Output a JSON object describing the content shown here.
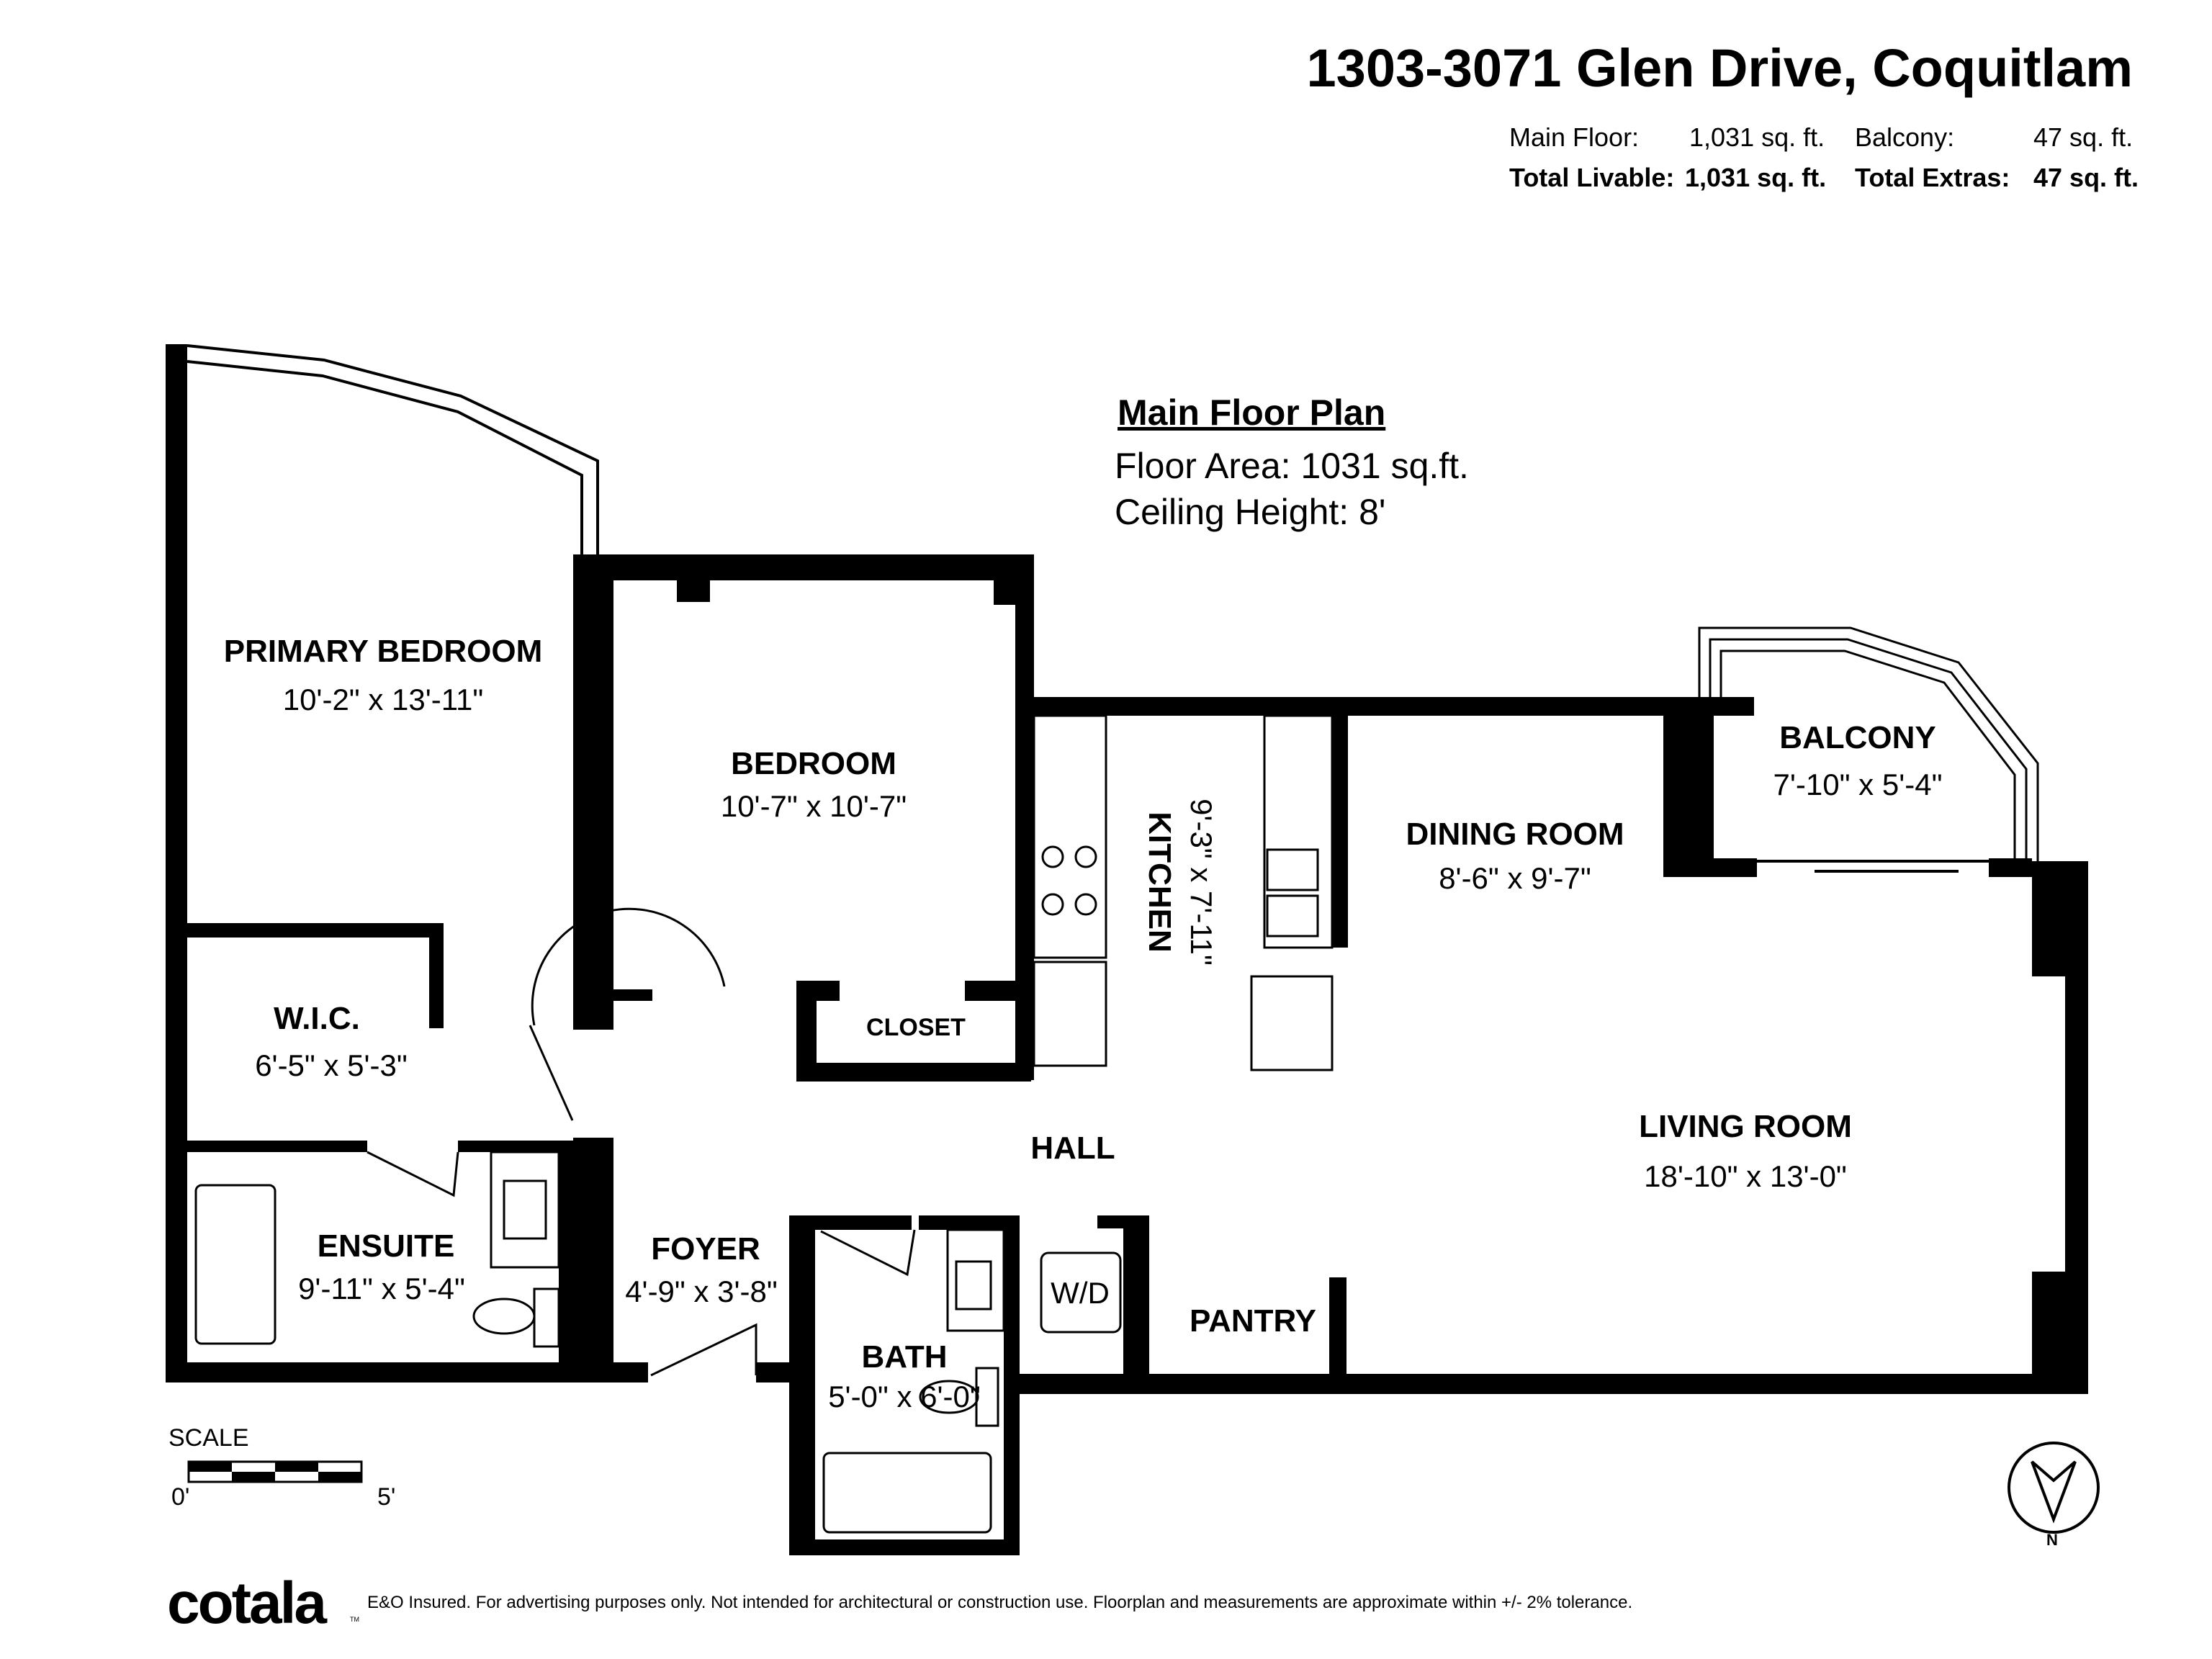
{
  "header": {
    "address": "1303-3071 Glen Drive, Coquitlam",
    "main_floor_label": "Main Floor:",
    "main_floor_value": "1,031 sq. ft.",
    "balcony_label": "Balcony:",
    "balcony_value": "47 sq. ft.",
    "total_livable_label": "Total Livable:",
    "total_livable_value": "1,031 sq. ft.",
    "total_extras_label": "Total Extras:",
    "total_extras_value": "47 sq. ft."
  },
  "plan": {
    "title": "Main Floor Plan",
    "floor_area": "Floor Area: 1031 sq.ft.",
    "ceiling_height": "Ceiling Height: 8'"
  },
  "rooms": {
    "primary_bedroom": {
      "name": "PRIMARY BEDROOM",
      "dim": "10'-2\" x 13'-11\""
    },
    "bedroom": {
      "name": "BEDROOM",
      "dim": "10'-7\" x 10'-7\""
    },
    "kitchen": {
      "name": "KITCHEN",
      "dim": "9'-3\" x 7'-11\""
    },
    "dining_room": {
      "name": "DINING ROOM",
      "dim": "8'-6\" x 9'-7\""
    },
    "balcony": {
      "name": "BALCONY",
      "dim": "7'-10\" x 5'-4\""
    },
    "wic": {
      "name": "W.I.C.",
      "dim": "6'-5\" x 5'-3\""
    },
    "closet": {
      "name": "CLOSET"
    },
    "hall": {
      "name": "HALL"
    },
    "living_room": {
      "name": "LIVING ROOM",
      "dim": "18'-10\" x 13'-0\""
    },
    "ensuite": {
      "name": "ENSUITE",
      "dim": "9'-11\" x 5'-4\""
    },
    "foyer": {
      "name": "FOYER",
      "dim": "4'-9\" x 3'-8\""
    },
    "bath": {
      "name": "BATH",
      "dim": "5'-0\" x 6'-0\""
    },
    "wd": {
      "name": "W/D"
    },
    "pantry": {
      "name": "PANTRY"
    }
  },
  "scale": {
    "label": "SCALE",
    "min": "0'",
    "max": "5'"
  },
  "compass": {
    "label": "N"
  },
  "footer": {
    "logo": "cotala",
    "tm": "TM",
    "disclaimer": "E&O Insured. For advertising purposes only. Not intended for architectural or construction use. Floorplan and measurements are approximate within +/- 2% tolerance."
  }
}
